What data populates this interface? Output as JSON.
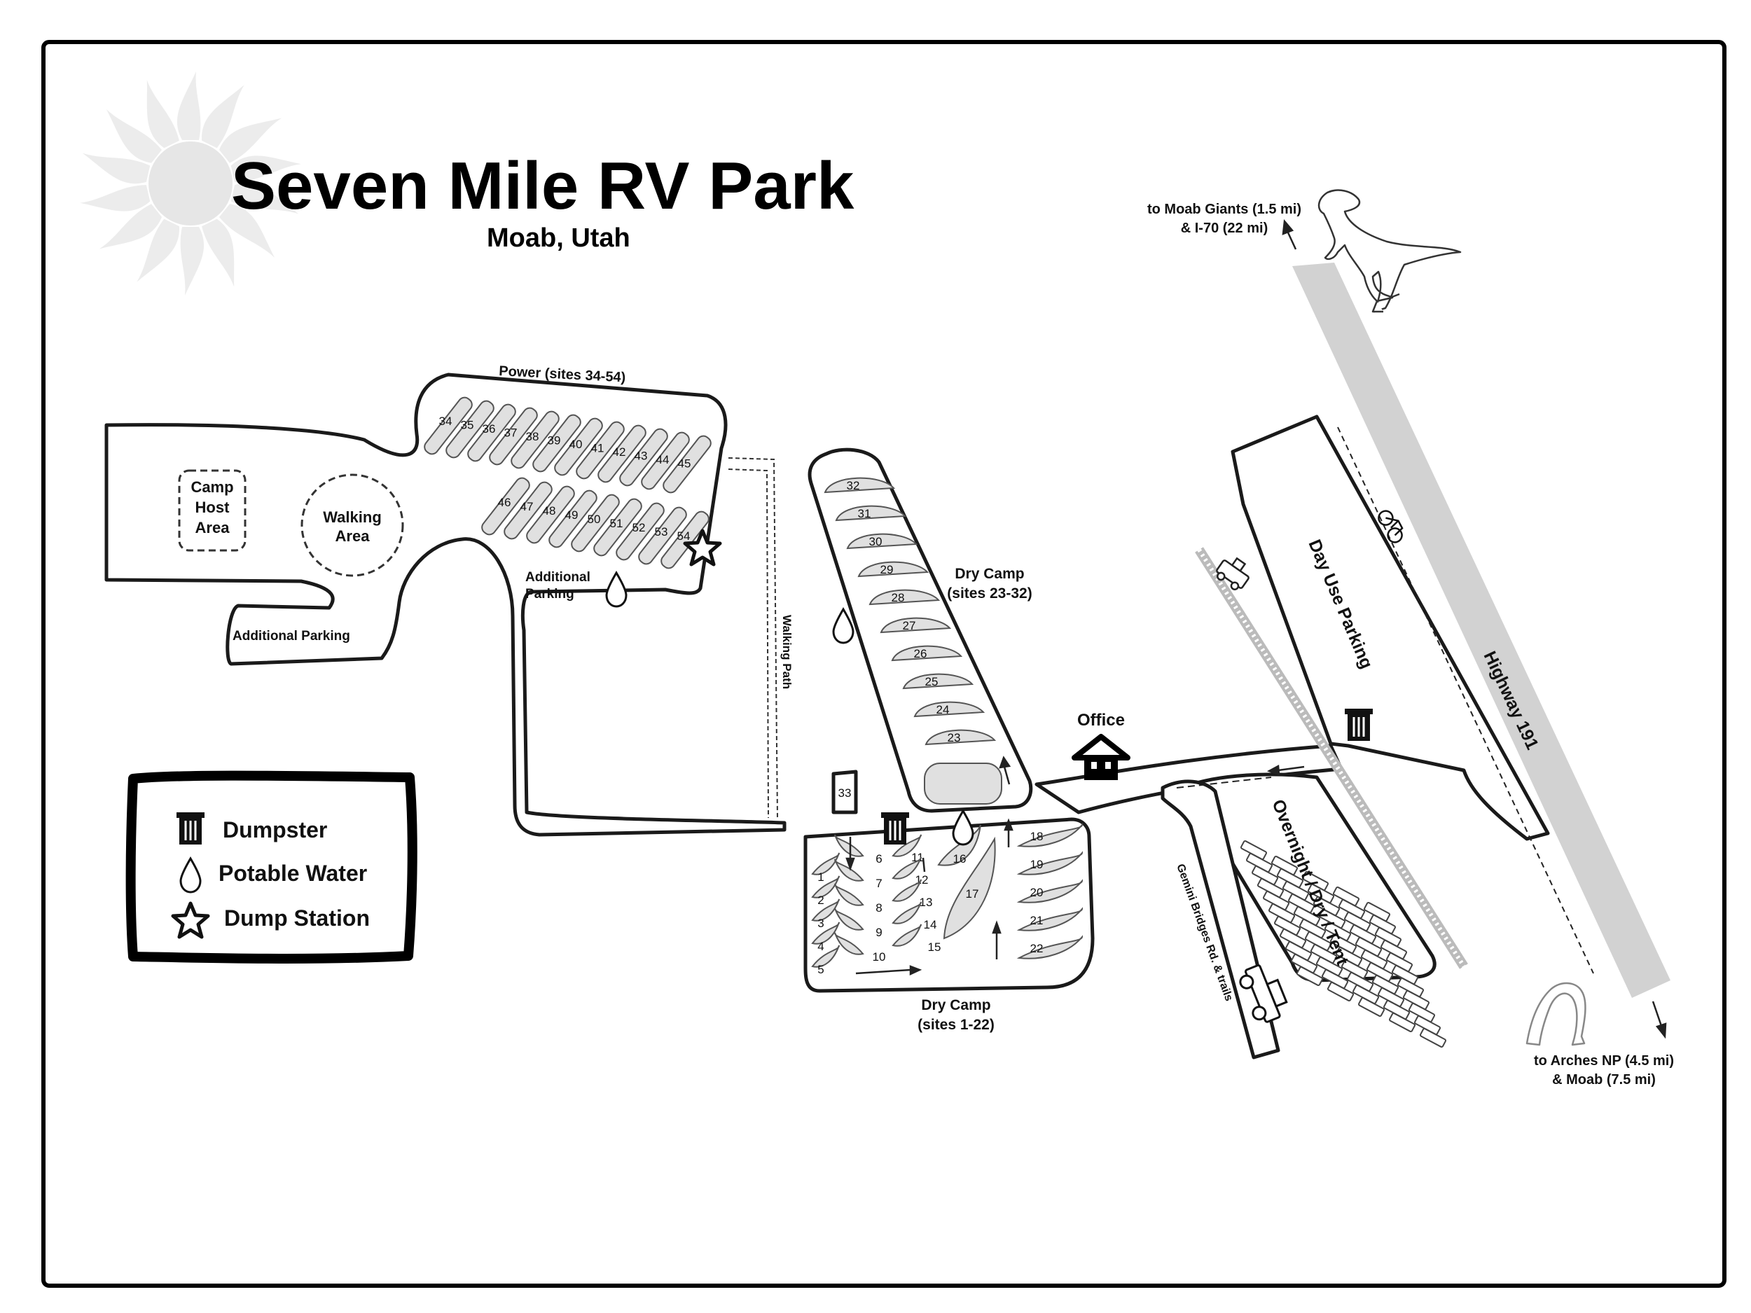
{
  "title": "Seven Mile RV Park",
  "subtitle": "Moab, Utah",
  "areas": {
    "power": "Power (sites 34-54)",
    "camp_host_1": "Camp",
    "camp_host_2": "Host",
    "camp_host_3": "Area",
    "walking_area_1": "Walking",
    "walking_area_2": "Area",
    "additional_parking_1": "Additional",
    "additional_parking_2": "Parking",
    "additional_parking_lower": "Additional Parking",
    "walking_path": "Walking Path",
    "dry_camp_upper_1": "Dry Camp",
    "dry_camp_upper_2": "(sites 23-32)",
    "dry_camp_lower_1": "Dry Camp",
    "dry_camp_lower_2": "(sites 1-22)",
    "office": "Office",
    "day_use": "Day Use Parking",
    "overnight": "Overnight / Dry / Tent",
    "gemini": "Gemini Bridges Rd. & trails",
    "highway": "Highway 191"
  },
  "directions": {
    "north_1": "to Moab Giants (1.5 mi)",
    "north_2": "& I-70 (22 mi)",
    "south_1": "to Arches NP (4.5 mi)",
    "south_2": "& Moab (7.5 mi)"
  },
  "legend": {
    "dumpster": "Dumpster",
    "water": "Potable Water",
    "dump": "Dump Station"
  },
  "sites": {
    "power_row1": [
      "34",
      "35",
      "36",
      "37",
      "38",
      "39",
      "40",
      "41",
      "42",
      "43",
      "44",
      "45"
    ],
    "power_row2": [
      "46",
      "47",
      "48",
      "49",
      "50",
      "51",
      "52",
      "53",
      "54"
    ],
    "dry_upper": [
      "32",
      "31",
      "30",
      "29",
      "28",
      "27",
      "26",
      "25",
      "24",
      "23"
    ],
    "site_33": "33",
    "dry_lower_left": [
      "1",
      "2",
      "3",
      "4",
      "5"
    ],
    "dry_lower_mid": [
      "6",
      "7",
      "8",
      "9",
      "10"
    ],
    "dry_lower_mid2": [
      "11",
      "12",
      "13",
      "14",
      "15"
    ],
    "dry_lower_16": "16",
    "dry_lower_17": "17",
    "dry_lower_right": [
      "18",
      "19",
      "20",
      "21",
      "22"
    ]
  },
  "icons": [
    "sun-icon",
    "dinosaur-icon",
    "arch-icon",
    "bicycle-icon",
    "train-icon",
    "jeep-icon",
    "dumpster-icon",
    "water-drop-icon",
    "star-icon",
    "office-icon",
    "arrow-icon"
  ]
}
